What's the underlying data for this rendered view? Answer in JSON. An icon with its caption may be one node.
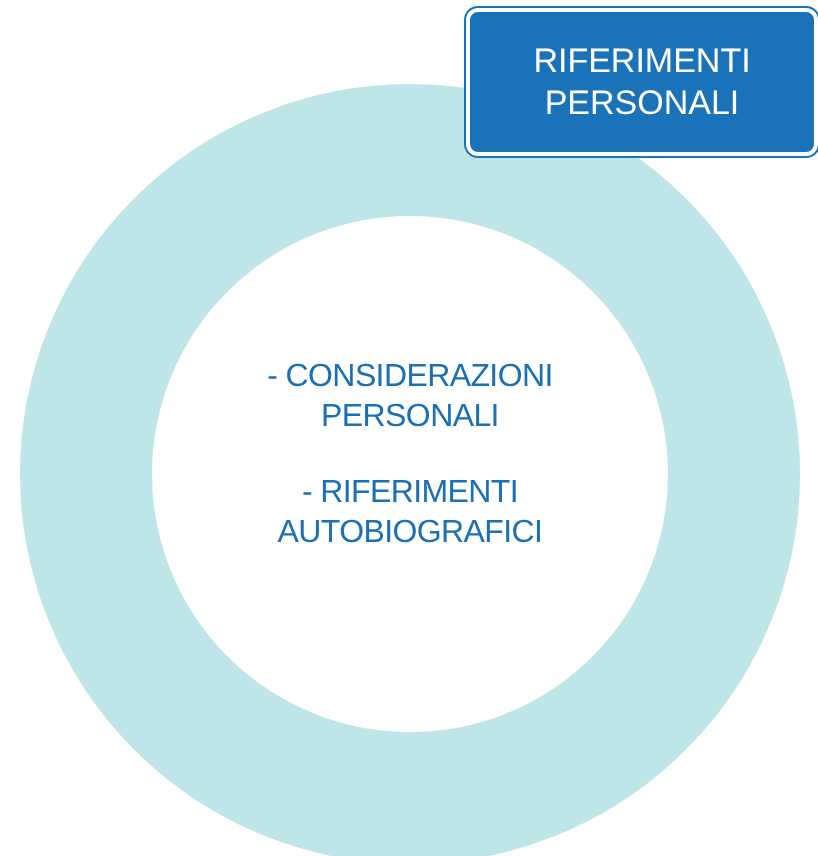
{
  "diagram": {
    "nodes": [
      {
        "text": [
          "RIFERIMENTI PERSONALI"
        ]
      },
      {
        "text": [
          "- CONSIDERAZIONI PERSONALI",
          "- RIFERIMENTI AUTOBIOGRAFICI"
        ]
      }
    ]
  }
}
